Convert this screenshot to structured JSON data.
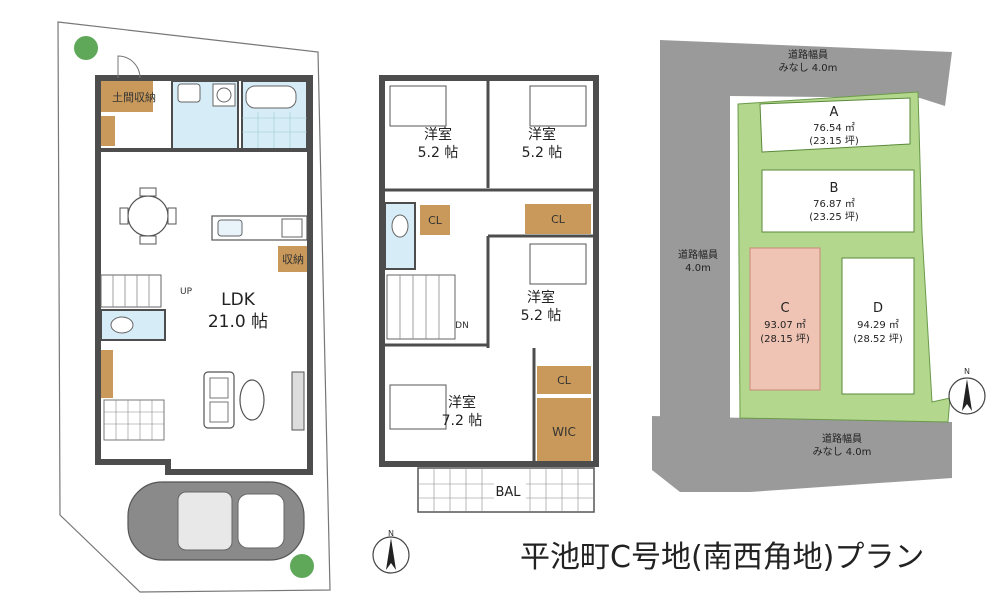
{
  "colors": {
    "wall": "#4d4d4d",
    "storage": "#c8995a",
    "wet": "#d6ecf7",
    "lot_green": "#b3d78c",
    "lot_c": "#f0c4b4",
    "road": "#9a9a9a",
    "car": "#8a8a8a",
    "tree": "#5fa85a"
  },
  "floor1": {
    "storage_label": "土間収納",
    "ldk_label": "LDK",
    "ldk_area": "21.0 帖",
    "up_label": "UP",
    "pantry_label": "収納"
  },
  "floor2": {
    "room_nw_label": "洋室",
    "room_nw_area": "5.2 帖",
    "room_ne_label": "洋室",
    "room_ne_area": "5.2 帖",
    "room_e_label": "洋室",
    "room_e_area": "5.2 帖",
    "room_sw_label": "洋室",
    "room_sw_area": "7.2 帖",
    "cl1": "CL",
    "cl2": "CL",
    "cl3": "CL",
    "wic": "WIC",
    "dn_label": "DN",
    "bal_label": "BAL"
  },
  "site": {
    "road_north_1": "道路幅員",
    "road_north_2": "みなし 4.0m",
    "road_west_1": "道路幅員",
    "road_west_2": "4.0m",
    "road_south_1": "道路幅員",
    "road_south_2": "みなし 4.0m",
    "lots": [
      {
        "id": "A",
        "area_m2": "76.54 ㎡",
        "area_tsubo": "(23.15 坪)"
      },
      {
        "id": "B",
        "area_m2": "76.87 ㎡",
        "area_tsubo": "(23.25 坪)"
      },
      {
        "id": "C",
        "area_m2": "93.07 ㎡",
        "area_tsubo": "(28.15 坪)"
      },
      {
        "id": "D",
        "area_m2": "94.29 ㎡",
        "area_tsubo": "(28.52 坪)"
      }
    ]
  },
  "compass_label": "N",
  "caption": "平池町C号地(南西角地)プラン"
}
